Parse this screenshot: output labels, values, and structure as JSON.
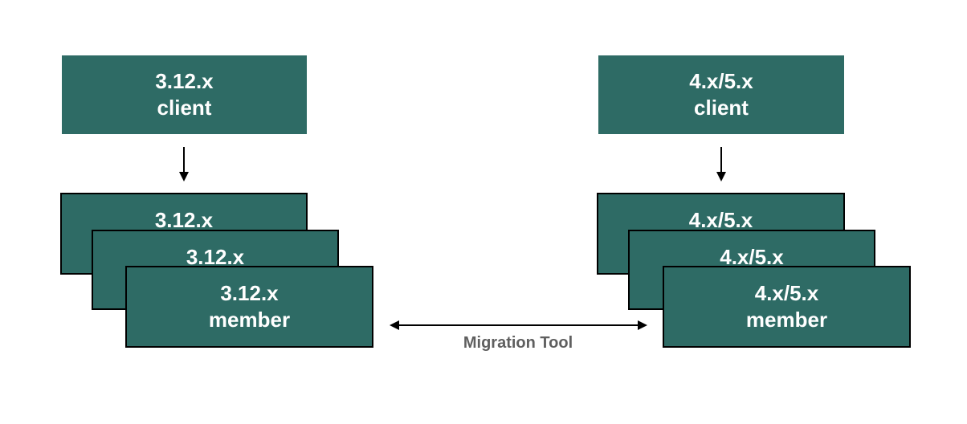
{
  "left": {
    "client": {
      "version": "3.12.x",
      "role": "client"
    },
    "members": [
      {
        "version": "3.12.x",
        "role": ""
      },
      {
        "version": "3.12.x",
        "role": ""
      },
      {
        "version": "3.12.x",
        "role": "member"
      }
    ]
  },
  "right": {
    "client": {
      "version": "4.x/5.x",
      "role": "client"
    },
    "members": [
      {
        "version": "4.x/5.x",
        "role": ""
      },
      {
        "version": "4.x/5.x",
        "role": ""
      },
      {
        "version": "4.x/5.x",
        "role": "member"
      }
    ]
  },
  "migration": {
    "label": "Migration Tool"
  },
  "colors": {
    "box_fill": "#2e6b65",
    "box_text": "#ffffff",
    "label_text": "#5f5f5f"
  }
}
